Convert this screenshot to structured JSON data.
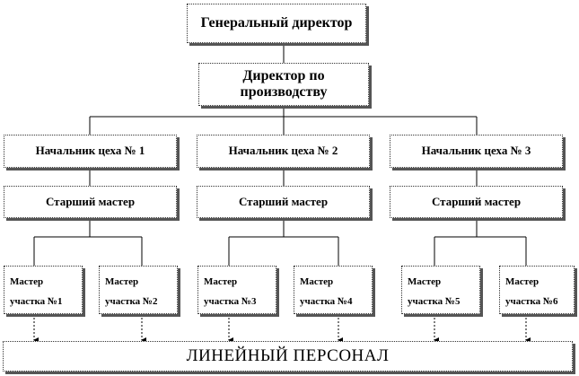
{
  "diagram": {
    "general_director": "Генеральный директор",
    "production_director": "Директор по производству",
    "shops": [
      {
        "head": "Начальник цеха № 1",
        "senior_master": "Старший мастер",
        "masters": [
          {
            "line1": "Мастер",
            "line2": "участка №1"
          },
          {
            "line1": "Мастер",
            "line2": "участка №2"
          }
        ]
      },
      {
        "head": "Начальник цеха № 2",
        "senior_master": "Старший мастер",
        "masters": [
          {
            "line1": "Мастер",
            "line2": "участка №3"
          },
          {
            "line1": "Мастер",
            "line2": "участка №4"
          }
        ]
      },
      {
        "head": "Начальник цеха № 3",
        "senior_master": "Старший мастер",
        "masters": [
          {
            "line1": "Мастер",
            "line2": "участка №5"
          },
          {
            "line1": "Мастер",
            "line2": "участка №6"
          }
        ]
      }
    ],
    "line_staff": "ЛИНЕЙНЫЙ ПЕРСОНАЛ"
  }
}
